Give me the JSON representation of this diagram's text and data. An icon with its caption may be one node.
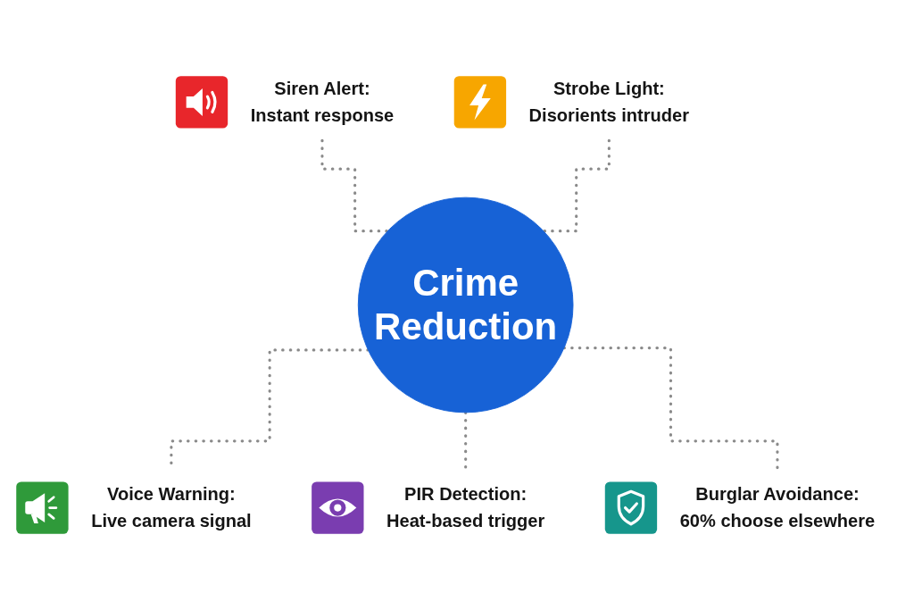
{
  "diagram": {
    "nodes": [
      {
        "text": [
          "Siren Alert:",
          "Instant response"
        ]
      },
      {
        "text": [
          "Strobe Light:",
          "Disorients intruder"
        ]
      },
      {
        "text": [
          "Crime Reduction"
        ]
      },
      {
        "text": [
          "Voice Warning:",
          "Live camera signal"
        ]
      },
      {
        "text": [
          "PIR Detection:",
          "Heat-based trigger"
        ]
      },
      {
        "text": [
          "Burglar Avoidance:",
          "60% choose elsewhere"
        ]
      }
    ],
    "edges": [
      {
        "from": 0,
        "to": 2,
        "arrow": "none",
        "style": "dashed"
      },
      {
        "from": 1,
        "to": 2,
        "arrow": "none",
        "style": "dashed"
      },
      {
        "from": 2,
        "to": 3,
        "arrow": "none",
        "style": "dashed"
      },
      {
        "from": 2,
        "to": 4,
        "arrow": "none",
        "style": "dashed"
      },
      {
        "from": 2,
        "to": 5,
        "arrow": "none",
        "style": "dashed"
      }
    ]
  }
}
